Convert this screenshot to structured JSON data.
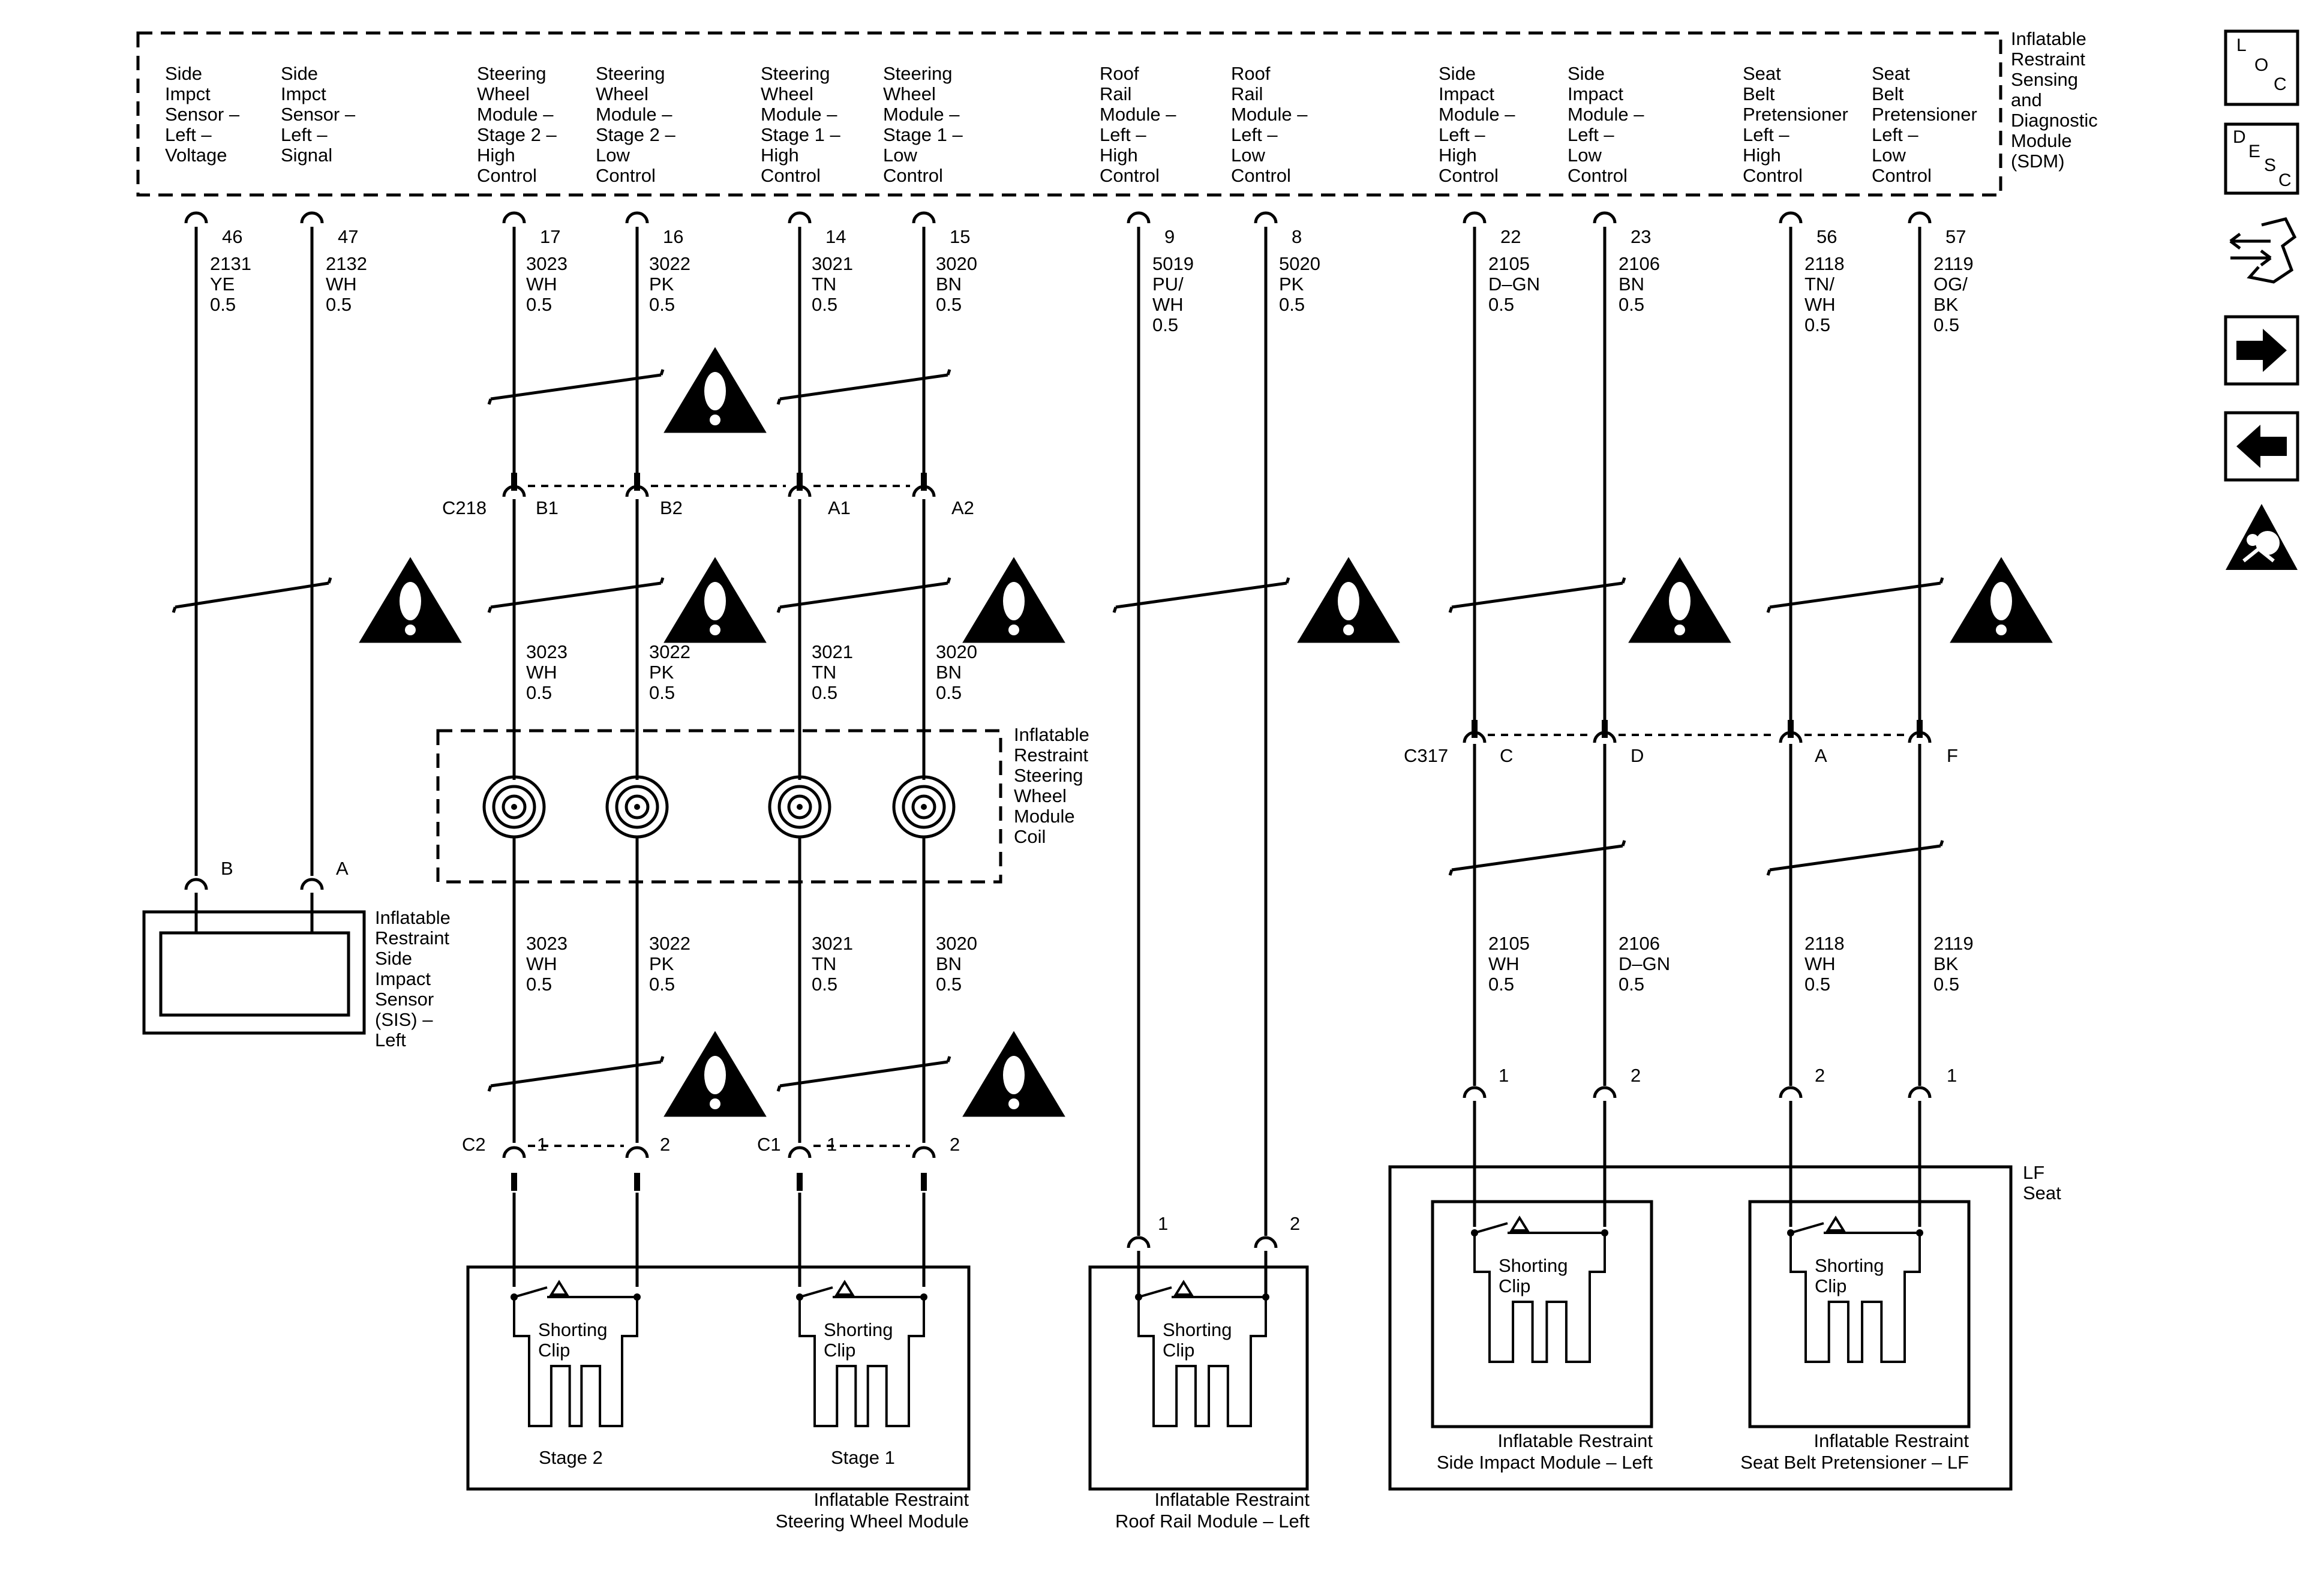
{
  "sdm": {
    "title": [
      "Inflatable",
      "Restraint",
      "Sensing",
      "and",
      "Diagnostic",
      "Module",
      "(SDM)"
    ]
  },
  "sdm_pins": [
    {
      "label": [
        "Side",
        "Impct",
        "Sensor –",
        "Left –",
        "Voltage"
      ],
      "pin": "46"
    },
    {
      "label": [
        "Side",
        "Impct",
        "Sensor –",
        "Left –",
        "Signal"
      ],
      "pin": "47"
    },
    {
      "label": [
        "Steering",
        "Wheel",
        "Module –",
        "Stage 2 –",
        "High",
        "Control"
      ],
      "pin": "17"
    },
    {
      "label": [
        "Steering",
        "Wheel",
        "Module –",
        "Stage 2 –",
        "Low",
        "Control"
      ],
      "pin": "16"
    },
    {
      "label": [
        "Steering",
        "Wheel",
        "Module –",
        "Stage 1 –",
        "High",
        "Control"
      ],
      "pin": "14"
    },
    {
      "label": [
        "Steering",
        "Wheel",
        "Module –",
        "Stage 1 –",
        "Low",
        "Control"
      ],
      "pin": "15"
    },
    {
      "label": [
        "Roof",
        "Rail",
        "Module –",
        "Left –",
        "High",
        "Control"
      ],
      "pin": "9"
    },
    {
      "label": [
        "Roof",
        "Rail",
        "Module –",
        "Left –",
        "Low",
        "Control"
      ],
      "pin": "8"
    },
    {
      "label": [
        "Side",
        "Impact",
        "Module –",
        "Left –",
        "High",
        "Control"
      ],
      "pin": "22"
    },
    {
      "label": [
        "Side",
        "Impact",
        "Module –",
        "Left –",
        "Low",
        "Control"
      ],
      "pin": "23"
    },
    {
      "label": [
        "Seat",
        "Belt",
        "Pretensioner",
        "Left –",
        "High",
        "Control"
      ],
      "pin": "56"
    },
    {
      "label": [
        "Seat",
        "Belt",
        "Pretensioner",
        "Left –",
        "Low",
        "Control"
      ],
      "pin": "57"
    }
  ],
  "circuits_top": [
    [
      "2131",
      "YE",
      "0.5"
    ],
    [
      "2132",
      "WH",
      "0.5"
    ],
    [
      "3023",
      "WH",
      "0.5"
    ],
    [
      "3022",
      "PK",
      "0.5"
    ],
    [
      "3021",
      "TN",
      "0.5"
    ],
    [
      "3020",
      "BN",
      "0.5"
    ],
    [
      "5019",
      "PU/",
      "WH",
      "0.5"
    ],
    [
      "5020",
      "PK",
      "0.5"
    ],
    [
      "2105",
      "D–GN",
      "0.5"
    ],
    [
      "2106",
      "BN",
      "0.5"
    ],
    [
      "2118",
      "TN/",
      "WH",
      "0.5"
    ],
    [
      "2119",
      "OG/",
      "BK",
      "0.5"
    ]
  ],
  "circuits_mid": [
    [
      "3023",
      "WH",
      "0.5"
    ],
    [
      "3022",
      "PK",
      "0.5"
    ],
    [
      "3021",
      "TN",
      "0.5"
    ],
    [
      "3020",
      "BN",
      "0.5"
    ]
  ],
  "circuits_coil_low": [
    [
      "3023",
      "WH",
      "0.5"
    ],
    [
      "3022",
      "PK",
      "0.5"
    ],
    [
      "3021",
      "TN",
      "0.5"
    ],
    [
      "3020",
      "BN",
      "0.5"
    ]
  ],
  "circuits_seat": [
    [
      "2105",
      "WH",
      "0.5"
    ],
    [
      "2106",
      "D–GN",
      "0.5"
    ],
    [
      "2118",
      "WH",
      "0.5"
    ],
    [
      "2119",
      "BK",
      "0.5"
    ]
  ],
  "c218": {
    "name": "C218",
    "pins": [
      "B1",
      "B2",
      "A1",
      "A2"
    ]
  },
  "c317": {
    "name": "C317",
    "pins": [
      "C",
      "D",
      "A",
      "F"
    ]
  },
  "c2": {
    "name": "C2",
    "pins": [
      "1",
      "2"
    ]
  },
  "c1": {
    "name": "C1",
    "pins": [
      "1",
      "2"
    ]
  },
  "sis": {
    "pins": [
      "B",
      "A"
    ],
    "label": [
      "Inflatable",
      "Restraint",
      "Side",
      "Impact",
      "Sensor",
      "(SIS) –",
      "Left"
    ]
  },
  "coil": {
    "label": [
      "Inflatable",
      "Restraint",
      "Steering",
      "Wheel",
      "Module",
      "Coil"
    ]
  },
  "steering_module": {
    "stage2": "Stage 2",
    "stage1": "Stage 1",
    "shorting_clip": [
      "Shorting",
      "Clip"
    ],
    "label": [
      "Inflatable Restraint",
      "Steering Wheel Module"
    ]
  },
  "roof_rail": {
    "pins": [
      "1",
      "2"
    ],
    "shorting_clip": [
      "Shorting",
      "Clip"
    ],
    "label": [
      "Inflatable Restraint",
      "Roof Rail Module – Left"
    ]
  },
  "lf_seat": {
    "label": [
      "LF",
      "Seat"
    ],
    "side_pins": [
      "1",
      "2"
    ],
    "belt_pins": [
      "2",
      "1"
    ],
    "shorting_clip": [
      "Shorting",
      "Clip"
    ],
    "side_label": [
      "Inflatable Restraint",
      "Side Impact Module – Left"
    ],
    "belt_label": [
      "Inflatable Restraint",
      "Seat Belt Pretensioner – LF"
    ]
  },
  "icons": [
    {
      "name": "loc-icon",
      "text": [
        "L",
        "O",
        "C"
      ]
    },
    {
      "name": "desc-icon",
      "text": [
        "D",
        "E",
        "S",
        "C"
      ]
    },
    {
      "name": "connector-end-view-icon"
    },
    {
      "name": "next-page-arrow-icon"
    },
    {
      "name": "previous-page-arrow-icon"
    },
    {
      "name": "airbag-icon"
    }
  ],
  "colors": {
    "ink": "#000000",
    "background": "#ffffff"
  }
}
